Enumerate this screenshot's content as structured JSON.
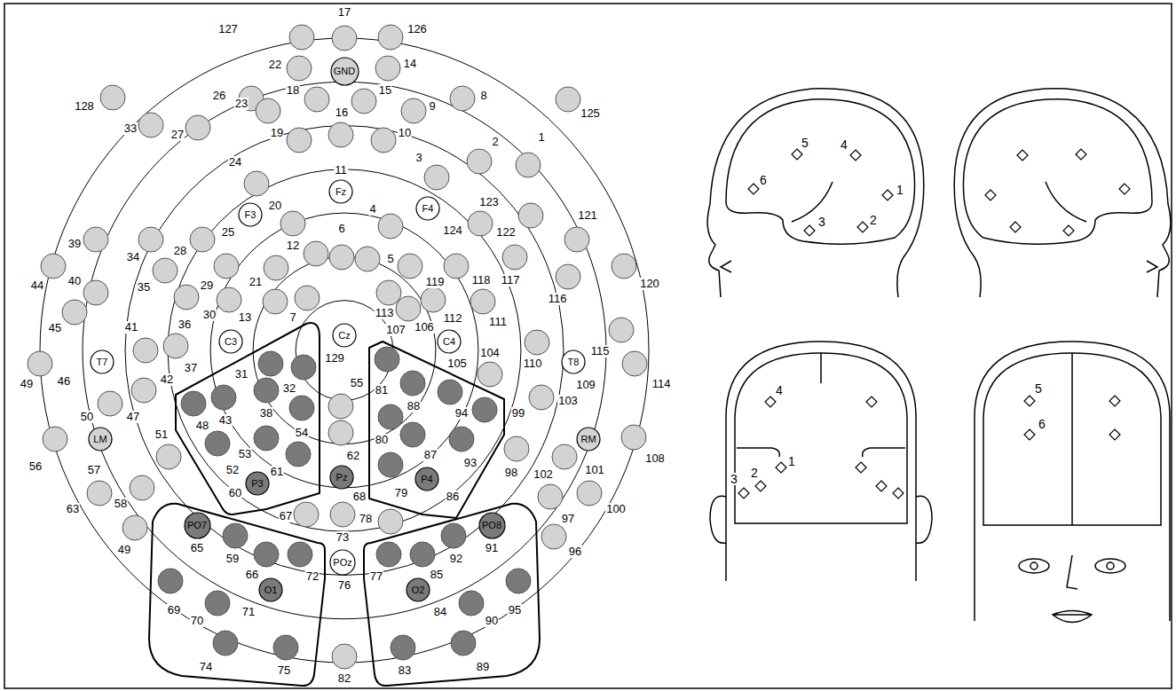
{
  "diagram": {
    "nodes": [
      {
        "text": [
          "GND"
        ]
      },
      {
        "text": [
          "Fz"
        ]
      },
      {
        "text": [
          "F3"
        ]
      },
      {
        "text": [
          "F4"
        ]
      },
      {
        "text": [
          "C3"
        ]
      },
      {
        "text": [
          "Cz"
        ]
      },
      {
        "text": [
          "C4"
        ]
      },
      {
        "text": [
          "T7"
        ]
      },
      {
        "text": [
          "T8"
        ]
      },
      {
        "text": [
          "P3"
        ]
      },
      {
        "text": [
          "Pz"
        ]
      },
      {
        "text": [
          "P4"
        ]
      },
      {
        "text": [
          "LM"
        ]
      },
      {
        "text": [
          "RM"
        ]
      },
      {
        "text": [
          "PO7"
        ]
      },
      {
        "text": [
          "PO8"
        ]
      },
      {
        "text": [
          "O1"
        ]
      },
      {
        "text": [
          "POz"
        ]
      },
      {
        "text": [
          "O2"
        ]
      }
    ],
    "labels": [
      "127",
      "17",
      "126",
      "22",
      "14",
      "26",
      "8",
      "128",
      "125",
      "23",
      "18",
      "15",
      "9",
      "16",
      "33",
      "27",
      "19",
      "10",
      "2",
      "1",
      "3",
      "24",
      "123",
      "39",
      "34",
      "28",
      "20",
      "11",
      "4",
      "122",
      "121",
      "44",
      "40",
      "35",
      "25",
      "124",
      "118",
      "120",
      "29",
      "21",
      "12",
      "6",
      "5",
      "119",
      "117",
      "116",
      "45",
      "36",
      "30",
      "13",
      "7",
      "113",
      "112",
      "111",
      "107",
      "106",
      "105",
      "110",
      "115",
      "41",
      "31",
      "37",
      "42",
      "32",
      "129",
      "81",
      "88",
      "94",
      "104",
      "109",
      "114",
      "49",
      "46",
      "47",
      "38",
      "43",
      "48",
      "55",
      "54",
      "80",
      "99",
      "87",
      "93",
      "98",
      "103",
      "102",
      "108",
      "50",
      "53",
      "52",
      "62",
      "61",
      "79",
      "86",
      "56",
      "60",
      "68",
      "51",
      "57",
      "101",
      "58",
      "67",
      "78",
      "59",
      "73",
      "92",
      "97",
      "49",
      "66",
      "72",
      "77",
      "85",
      "63",
      "65",
      "91",
      "96",
      "100",
      "71",
      "84",
      "69",
      "70",
      "76",
      "90",
      "95",
      "74",
      "75",
      "83",
      "89",
      "82",
      "1",
      "2",
      "3",
      "4",
      "5",
      "6",
      "4",
      "1",
      "2",
      "3",
      "5",
      "6"
    ]
  }
}
